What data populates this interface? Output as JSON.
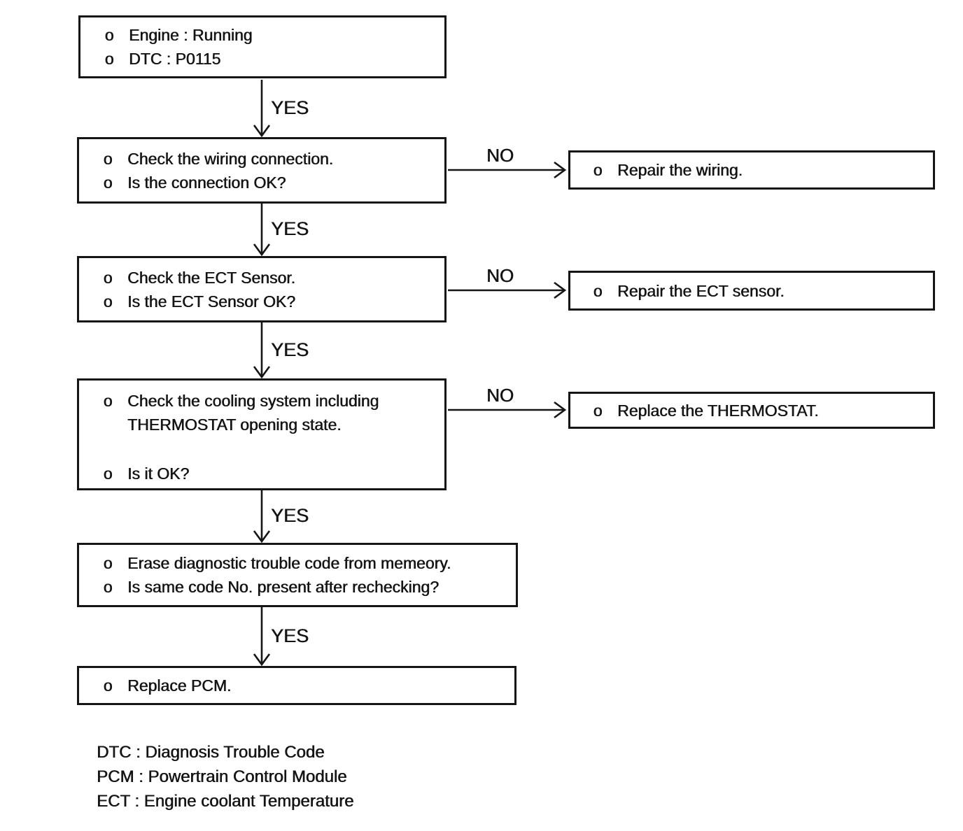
{
  "bullet_char": "o",
  "labels": {
    "yes": "YES",
    "no": "NO"
  },
  "steps": [
    {
      "name": "start",
      "lines": [
        "Engine : Running",
        "DTC : P0115"
      ]
    },
    {
      "name": "check-wiring",
      "lines": [
        "Check the wiring connection.",
        "Is the connection OK?"
      ]
    },
    {
      "name": "check-ect-sensor",
      "lines": [
        "Check the ECT Sensor.",
        "Is the ECT Sensor OK?"
      ]
    },
    {
      "name": "check-cooling-system",
      "lines": [
        "Check the cooling system including THERMOSTAT opening state.",
        "Is it OK?"
      ]
    },
    {
      "name": "erase-dtc",
      "lines": [
        "Erase diagnostic trouble code from memeory.",
        "Is same code No. present after rechecking?"
      ]
    },
    {
      "name": "replace-pcm",
      "lines": [
        "Replace PCM."
      ]
    }
  ],
  "branches": [
    {
      "name": "repair-wiring",
      "label": "Repair the wiring."
    },
    {
      "name": "repair-ect-sensor",
      "label": "Repair the ECT sensor."
    },
    {
      "name": "replace-thermostat",
      "label": "Replace the THERMOSTAT."
    }
  ],
  "legend": {
    "line1": "DTC : Diagnosis Trouble Code",
    "line2": "PCM : Powertrain Control Module",
    "line3": "ECT : Engine coolant Temperature"
  },
  "colors": {
    "ink": "#141414",
    "background": "#ffffff"
  }
}
